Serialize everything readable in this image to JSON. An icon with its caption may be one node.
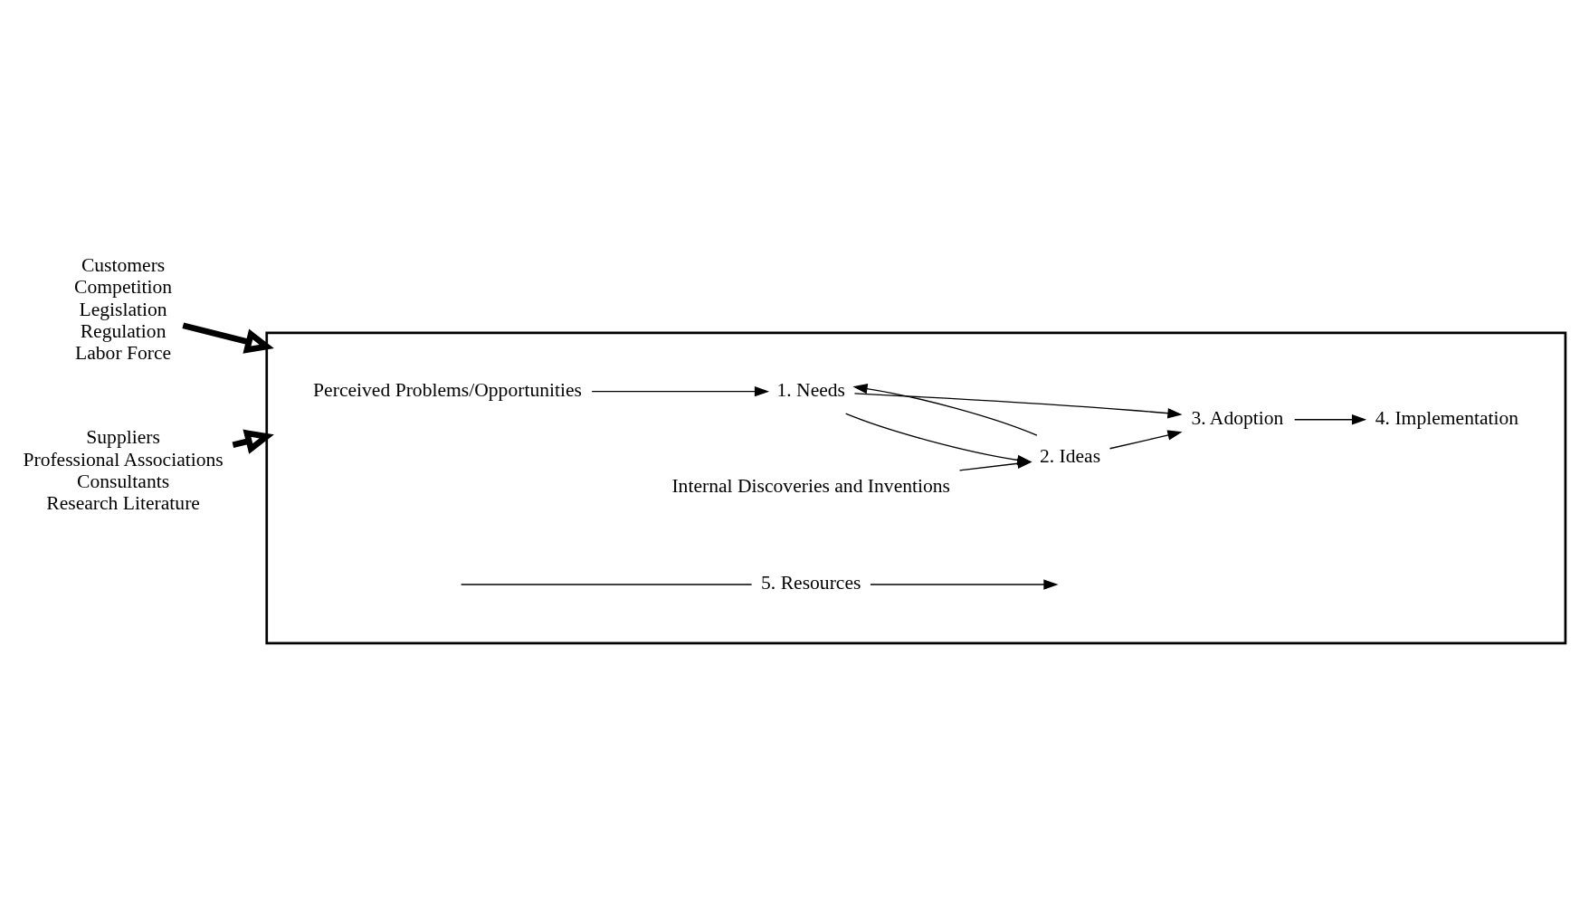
{
  "diagram": {
    "nodes": [
      {
        "text": [],
        "shape": "box"
      },
      {
        "text": [
          "Perceived Problems/Opportunities"
        ],
        "in": 0
      },
      {
        "text": [
          "1. Needs"
        ],
        "in": 0
      },
      {
        "text": [
          "2. Ideas"
        ],
        "in": 0
      },
      {
        "text": [
          "3. Adoption"
        ],
        "in": 0
      },
      {
        "text": [
          "4. Implementation"
        ],
        "in": 0
      },
      {
        "text": [
          "5. Resources"
        ],
        "in": 0
      },
      {
        "text": [
          "Internal Discoveries and Inventions"
        ],
        "in": 0
      },
      {
        "text": [
          "Customers",
          "Competition",
          "Legislation",
          "Regulation",
          "Labor Force"
        ]
      },
      {
        "text": [
          "Suppliers",
          "Professional Associations",
          "Consultants",
          "Research Literature"
        ]
      }
    ],
    "edges": [
      {
        "from": 1,
        "to": 2,
        "arrow": "to"
      },
      {
        "from": 2,
        "to": 3,
        "arrow": "to"
      },
      {
        "from": 3,
        "to": 2,
        "arrow": "to"
      },
      {
        "from": 2,
        "to": 4,
        "arrow": "to"
      },
      {
        "from": 3,
        "to": 4,
        "arrow": "to"
      },
      {
        "from": 4,
        "to": 5,
        "arrow": "to"
      },
      {
        "from": 7,
        "to": 3,
        "arrow": "to"
      },
      {
        "from": null,
        "to": 6,
        "arrow": "none"
      },
      {
        "from": 6,
        "to": null,
        "arrow": "to"
      },
      {
        "from": 8,
        "to": 0,
        "arrow": "to",
        "style": "thick"
      },
      {
        "from": 9,
        "to": 0,
        "arrow": "to",
        "style": "thick"
      }
    ]
  }
}
